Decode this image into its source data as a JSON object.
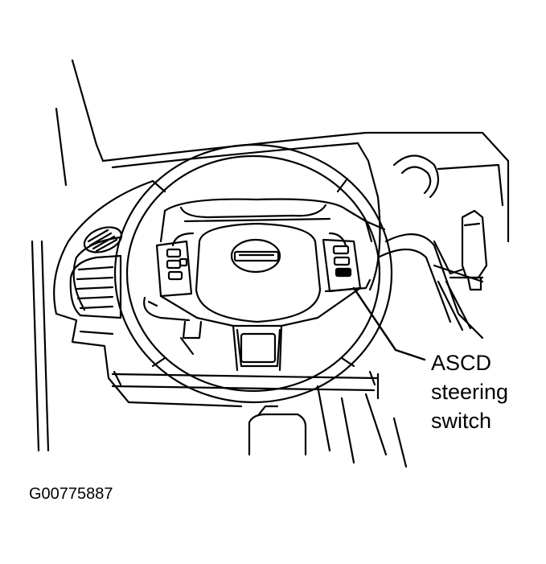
{
  "callout": {
    "line1": "ASCD",
    "line2": "steering",
    "line3": "switch"
  },
  "figure_id": "G00775887",
  "colors": {
    "ink": "#000000",
    "paper": "#ffffff"
  }
}
